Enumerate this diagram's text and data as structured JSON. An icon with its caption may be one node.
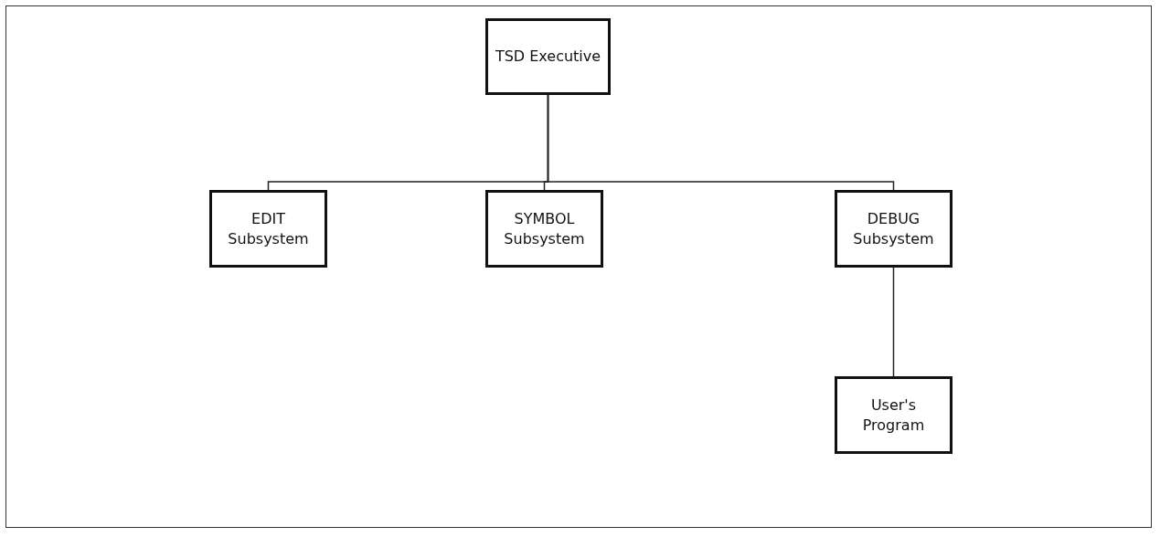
{
  "diagram": {
    "nodes": [
      {
        "text": [
          "TSD Executive"
        ]
      },
      {
        "text": [
          "EDIT Subsystem"
        ]
      },
      {
        "text": [
          "SYMBOL Subsystem"
        ]
      },
      {
        "text": [
          "DEBUG Subsystem"
        ]
      },
      {
        "text": [
          "User's Program"
        ]
      }
    ],
    "edges": [
      {
        "from": 0,
        "to": 1,
        "arrow": "none"
      },
      {
        "from": 0,
        "to": 2,
        "arrow": "none"
      },
      {
        "from": 0,
        "to": 3,
        "arrow": "none"
      },
      {
        "from": 3,
        "to": 4,
        "arrow": "none"
      }
    ]
  }
}
